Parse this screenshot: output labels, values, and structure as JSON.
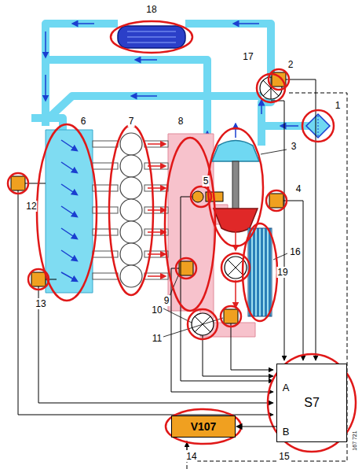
{
  "diagram": {
    "nodes": [
      {
        "text": [
          "S7"
        ]
      },
      {
        "text": [
          "V107"
        ]
      }
    ],
    "edges": [
      {
        "from": 0,
        "to": 1,
        "arrow": "to"
      }
    ],
    "labels": [
      "18",
      "2",
      "17",
      "1",
      "3",
      "6",
      "7",
      "8",
      "5",
      "4",
      "12",
      "13",
      "16",
      "19",
      "9",
      "10",
      "11",
      "A",
      "B",
      "14",
      "15",
      "167 721"
    ]
  }
}
